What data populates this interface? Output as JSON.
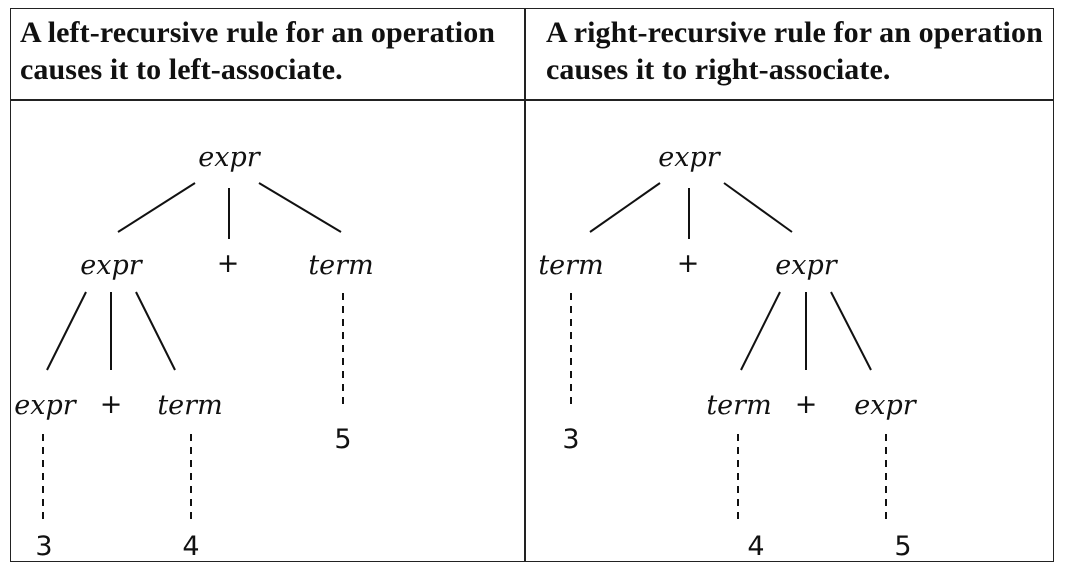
{
  "panels": [
    {
      "header": "A left-recursive rule for an operation causes it to left-associate.",
      "tree": {
        "root": "expr",
        "level1": [
          "expr",
          "+",
          "term"
        ],
        "level2": [
          "expr",
          "+",
          "term"
        ],
        "leaf_5": "5",
        "leaf_3": "3",
        "leaf_4": "4"
      }
    },
    {
      "header": "A right-recursive rule for an operation causes it to right-associate.",
      "tree": {
        "root": "expr",
        "level1": [
          "term",
          "+",
          "expr"
        ],
        "level2": [
          "term",
          "+",
          "expr"
        ],
        "leaf_3": "3",
        "leaf_4": "4",
        "leaf_5": "5"
      }
    }
  ]
}
